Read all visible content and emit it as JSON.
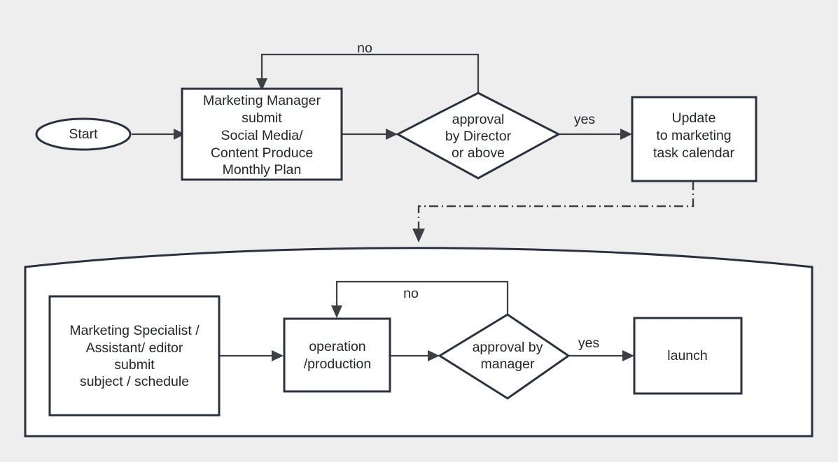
{
  "diagram": {
    "title": "Marketing content approval and production flowchart",
    "background_color": "#eeeeee",
    "shape_fill": "#ffffff",
    "shape_border_color": "#2a3240",
    "connector_color": "#3c3f44",
    "text_color": "#23272b"
  },
  "nodes": {
    "start": {
      "shape": "ellipse",
      "label": "Start"
    },
    "manager_submit": {
      "shape": "rectangle",
      "lines": [
        "Marketing Manager",
        "submit",
        "Social Media/",
        "Content Produce",
        "Monthly Plan"
      ]
    },
    "director_approval": {
      "shape": "diamond",
      "lines": [
        "approval",
        "by Director",
        "or above"
      ]
    },
    "update_calendar": {
      "shape": "rectangle",
      "lines": [
        "Update",
        "to  marketing",
        "task calendar"
      ]
    },
    "specialist_submit": {
      "shape": "rectangle",
      "lines": [
        "Marketing Specialist /",
        "Assistant/ editor",
        "submit",
        "subject / schedule"
      ]
    },
    "operation": {
      "shape": "rectangle",
      "lines": [
        "operation",
        "/production"
      ]
    },
    "manager_approval": {
      "shape": "diamond",
      "lines": [
        "approval by",
        "manager"
      ]
    },
    "launch": {
      "shape": "rectangle",
      "lines": [
        "launch"
      ]
    },
    "subprocess_container": {
      "shape": "curved-top-container",
      "label": ""
    }
  },
  "edge_labels": {
    "top_no": "no",
    "top_yes": "yes",
    "bottom_no": "no",
    "bottom_yes": "yes"
  }
}
